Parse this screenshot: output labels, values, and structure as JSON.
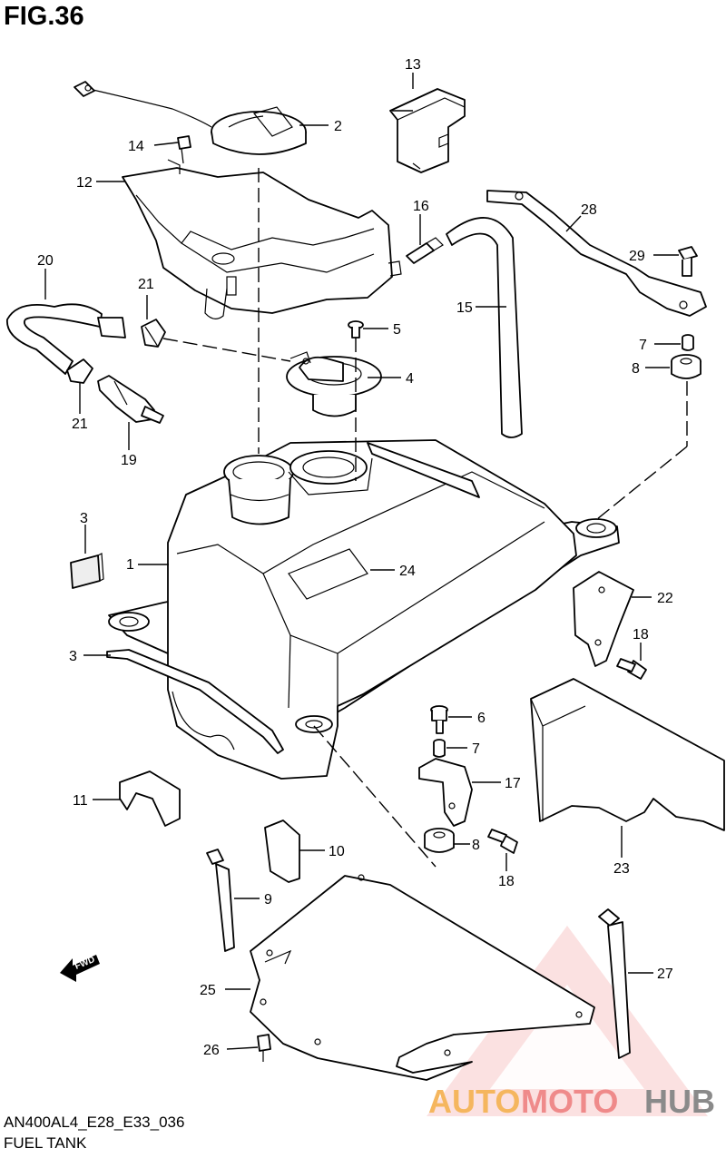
{
  "figure": {
    "title": "FIG.36"
  },
  "footer": {
    "code": "AN400AL4_E28_E33_036",
    "name": "FUEL TANK"
  },
  "direction_arrow": {
    "label": "FWD"
  },
  "watermark": {
    "part1": "AUTO",
    "part2": "MOTO",
    "part3": "HUB"
  },
  "callouts": [
    "1",
    "2",
    "3",
    "3",
    "4",
    "5",
    "6",
    "7",
    "7",
    "8",
    "8",
    "9",
    "10",
    "11",
    "12",
    "13",
    "14",
    "15",
    "16",
    "17",
    "18",
    "18",
    "19",
    "20",
    "21",
    "21",
    "22",
    "23",
    "24",
    "25",
    "26",
    "27",
    "28",
    "29"
  ]
}
